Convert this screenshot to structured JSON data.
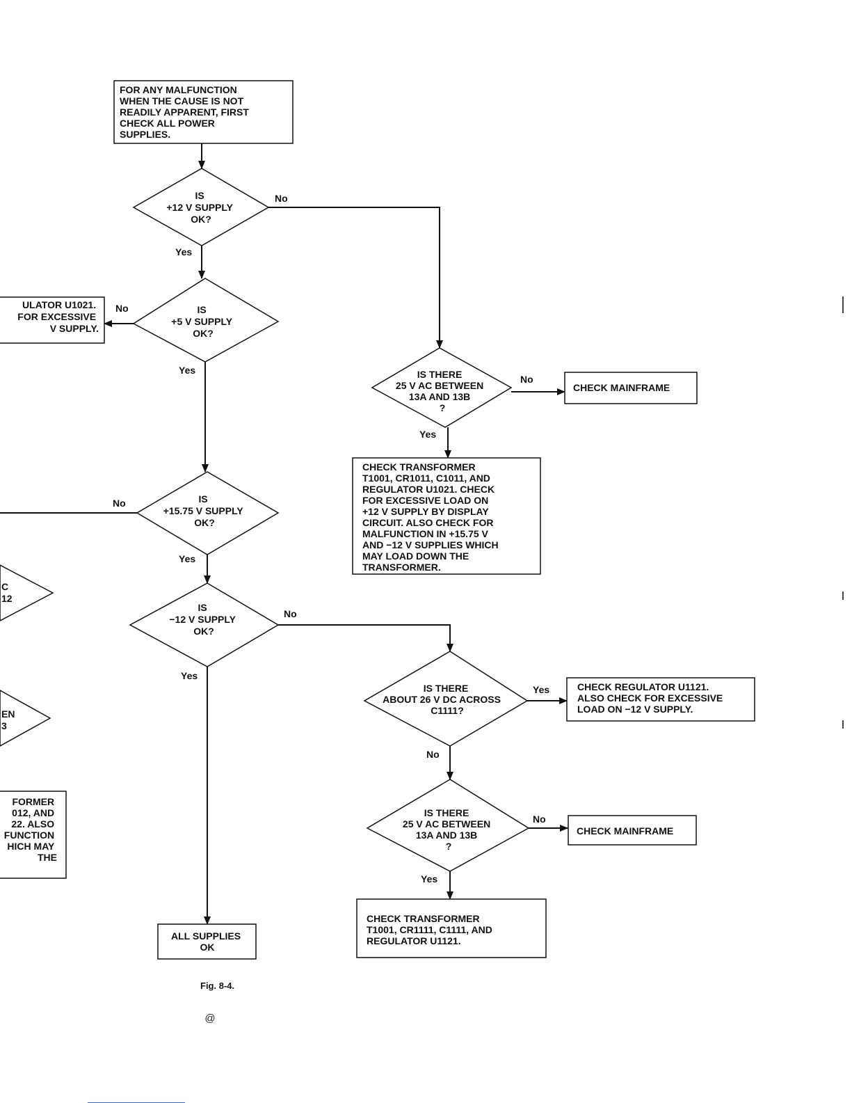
{
  "nodes": {
    "start": [
      "FOR ANY MALFUNCTION",
      "WHEN THE CAUSE IS NOT",
      "READILY APPARENT, FIRST",
      "CHECK ALL POWER",
      "SUPPLIES."
    ],
    "d12": [
      "IS",
      "+12 V SUPPLY",
      "OK?"
    ],
    "d5": [
      "IS",
      "+5 V SUPPLY",
      "OK?"
    ],
    "reg5": [
      "ULATOR U1021.",
      "FOR EXCESSIVE",
      "V SUPPLY."
    ],
    "d25a": [
      "IS THERE",
      "25 V AC BETWEEN",
      "13A AND 13B",
      "?"
    ],
    "main1": [
      "CHECK MAINFRAME"
    ],
    "trans1": [
      "CHECK TRANSFORMER",
      "T1001, CR1011, C1011, AND",
      "REGULATOR U1021. CHECK",
      "FOR EXCESSIVE LOAD ON",
      "+12 V SUPPLY BY DISPLAY",
      "CIRCUIT. ALSO CHECK FOR",
      "MALFUNCTION IN +15.75 V",
      "AND −12 V SUPPLIES WHICH",
      "MAY LOAD DOWN THE",
      "TRANSFORMER."
    ],
    "d1575": [
      "IS",
      "+15.75 V SUPPLY",
      "OK?"
    ],
    "leftd1": [
      "C",
      "12"
    ],
    "leftd2": [
      "EN",
      "3"
    ],
    "leftbox": [
      "FORMER",
      "012, AND",
      "22. ALSO",
      "FUNCTION",
      "HICH MAY",
      "THE"
    ],
    "dm12": [
      "IS",
      "−12 V SUPPLY",
      "OK?"
    ],
    "d26": [
      "IS THERE",
      "ABOUT 26 V DC ACROSS",
      "C1111?"
    ],
    "reg1121": [
      "CHECK REGULATOR U1121.",
      "ALSO CHECK FOR EXCESSIVE",
      "LOAD ON −12 V SUPPLY."
    ],
    "d25b": [
      "IS THERE",
      "25 V AC BETWEEN",
      "13A AND 13B",
      "?"
    ],
    "main2": [
      "CHECK MAINFRAME"
    ],
    "trans2": [
      "CHECK TRANSFORMER",
      "T1001, CR1111, C1111, AND",
      "REGULATOR U1121."
    ],
    "all": [
      "ALL SUPPLIES",
      "OK"
    ]
  },
  "edges": {
    "d12_no": "No",
    "d12_yes": "Yes",
    "d5_no": "No",
    "d5_yes": "Yes",
    "d25a_no": "No",
    "d25a_yes": "Yes",
    "d1575_no": "No",
    "d1575_yes": "Yes",
    "dm12_no": "No",
    "dm12_yes": "Yes",
    "d26_yes": "Yes",
    "d26_no": "No",
    "d25b_no": "No",
    "d25b_yes": "Yes"
  },
  "caption": "Fig. 8-4.",
  "footer_mark": "@"
}
